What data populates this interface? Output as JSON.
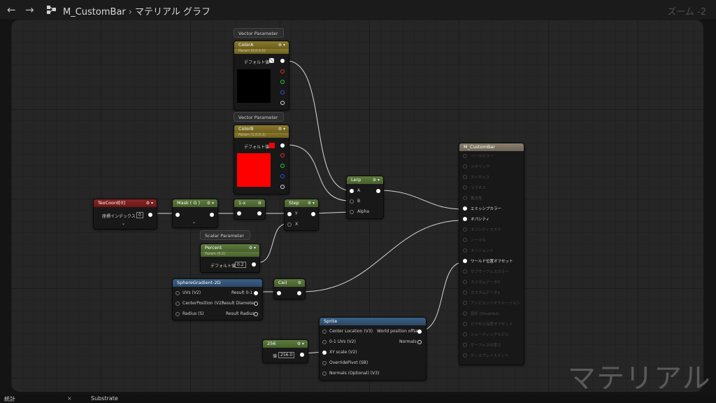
{
  "topbar": {
    "back": "←",
    "forward": "→",
    "breadcrumb_asset": "M_CustomBar",
    "breadcrumb_sep": "›",
    "breadcrumb_graph": "マテリアル グラフ",
    "zoom": "ズーム -2"
  },
  "nodes": {
    "vector_param_tag_a": "Vector Parameter",
    "colorA": {
      "title": "ColorA",
      "sub": "Param (0,0,0,0)",
      "default_label": "デフォルト値"
    },
    "vector_param_tag_b": "Vector Parameter",
    "colorB": {
      "title": "ColorB",
      "sub": "Param (1,0,0,1)",
      "default_label": "デフォルト値"
    },
    "texcoord": {
      "title": "TexCoord[0]",
      "pin_label": "座標インデックス",
      "value": "0"
    },
    "mask": {
      "title": "Mask ( G )"
    },
    "oneminus": {
      "title": "1-x"
    },
    "step": {
      "title": "Step",
      "pin_y": "Y",
      "pin_x": "X"
    },
    "lerp": {
      "title": "Lerp",
      "pin_a": "A",
      "pin_b": "B",
      "pin_alpha": "Alpha"
    },
    "scalar_param_tag": "Scalar Parameter",
    "percent": {
      "title": "Percent",
      "sub": "Param (0.2)",
      "default_label": "デフォルト値",
      "value": "0.2"
    },
    "spheregradient": {
      "title": "SphereGradient-2D",
      "in_uvs": "UVs (V2)",
      "in_center": "CenterPosition (V2)",
      "in_radius": "Radius (S)",
      "out_result01": "Result 0-1",
      "out_diameter": "Result Diameter",
      "out_radius": "Result Radius"
    },
    "ceil": {
      "title": "Ceil"
    },
    "const256": {
      "title": "256",
      "label": "値",
      "value": "256.0"
    },
    "sprite": {
      "title": "Sprite",
      "in_center": "Center Location (V3)",
      "in_uvs": "0-1 UVs (V2)",
      "in_xy": "XY scale (V2)",
      "in_override": "OverridePivot (SB)",
      "in_normals": "Normals (Optional) (V3)",
      "out_wpo": "World position offset",
      "out_normals": "Normals"
    },
    "material": {
      "title": "M_CustomBar",
      "inputs": [
        "ベースカラー",
        "メタリック",
        "スペキュラ",
        "ラフネス",
        "異方性",
        "エミッシブカラー",
        "オパシティ",
        "オパシティマスク",
        "ノーマル",
        "タンジェント",
        "ワールド位置オフセット",
        "サブサーフェスカラー",
        "カスタムデータ0",
        "カスタムデータ1",
        "アンビエントオクルージョン",
        "屈折 (Disabled)",
        "ピクセル深度オフセット",
        "シェーディングモデル",
        "サーフェスの厚さ",
        "ディスプレイスメント"
      ],
      "active": [
        false,
        false,
        false,
        false,
        false,
        true,
        true,
        false,
        false,
        false,
        true,
        false,
        false,
        false,
        false,
        false,
        false,
        false,
        false,
        false
      ]
    }
  },
  "watermark": "マテリアル",
  "bottombar": {
    "tab1": "統計",
    "tab1_close": "×",
    "tab2": "Substrate"
  },
  "colors": {
    "colorA_preview": "#000000",
    "colorB_preview": "#ff0000",
    "pin_r": "#e03030",
    "pin_g": "#30d030",
    "pin_b": "#3050e0"
  }
}
